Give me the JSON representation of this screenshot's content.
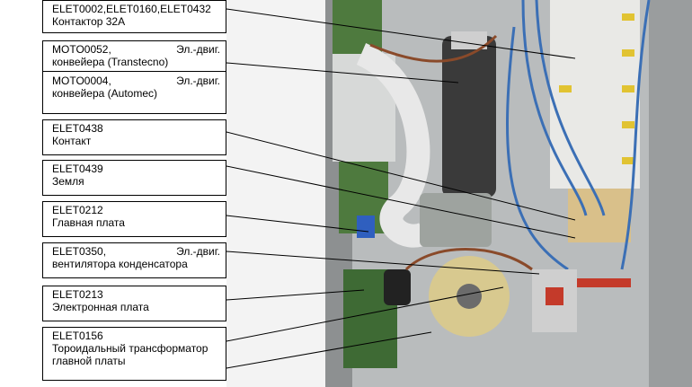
{
  "labels": [
    {
      "id": "contactor",
      "code": "ELET0002,ELET0160,ELET0432",
      "desc": "Контактор 32А"
    },
    {
      "id": "motor",
      "code1": "MOTO0052,",
      "type1": "Эл.-двиг.",
      "desc1": "конвейера (Transtecno)",
      "code2": "MOTO0004,",
      "type2": "Эл.-двиг.",
      "desc2": "конвейера (Automec)"
    },
    {
      "id": "contact",
      "code": "ELET0438",
      "desc": "Контакт"
    },
    {
      "id": "ground",
      "code": "ELET0439",
      "desc": "Земля"
    },
    {
      "id": "mainboard",
      "code": "ELET0212",
      "desc": "Главная плата"
    },
    {
      "id": "fan",
      "code": "ELET0350,",
      "type": "Эл.-двиг.",
      "desc": "вентилятора конденсатора"
    },
    {
      "id": "electronic",
      "code": "ELET0213",
      "desc": "Электронная плата"
    },
    {
      "id": "toroid",
      "code": "ELET0156",
      "desc": "Тороидальный трансформатор главной платы"
    }
  ],
  "colors": {
    "enclosure": "#b9bcbd",
    "wire_blue": "#3b6fb5",
    "wire_brown": "#8a4a2a",
    "wire_white": "#e8e8e8",
    "terminal": "#d9c08a",
    "motor": "#3a3a3a",
    "board": "#4e7a3e"
  }
}
